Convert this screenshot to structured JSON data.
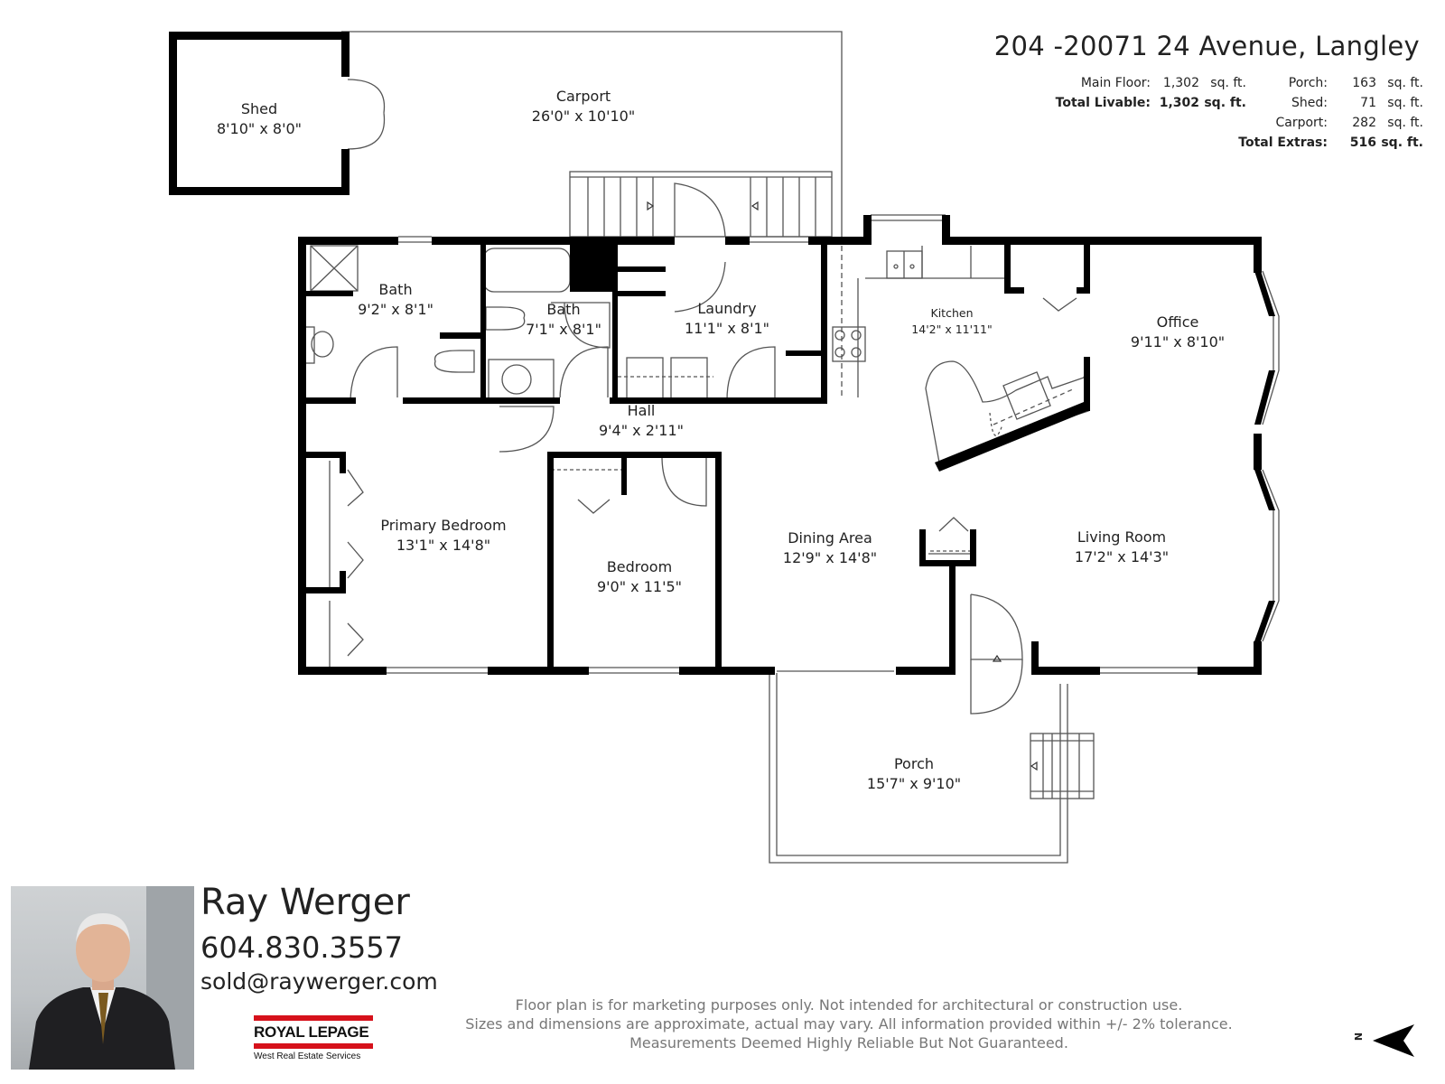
{
  "address": "204 -20071 24 Avenue, Langley",
  "areas": {
    "main_floor": {
      "label": "Main Floor:",
      "value": "1,302",
      "unit": "sq. ft."
    },
    "total_livable": {
      "label": "Total Livable:",
      "value": "1,302",
      "unit": "sq. ft."
    },
    "porch": {
      "label": "Porch:",
      "value": "163",
      "unit": "sq. ft."
    },
    "shed": {
      "label": "Shed:",
      "value": "71",
      "unit": "sq. ft."
    },
    "carport": {
      "label": "Carport:",
      "value": "282",
      "unit": "sq. ft."
    },
    "total_extras": {
      "label": "Total Extras:",
      "value": "516",
      "unit": "sq. ft."
    }
  },
  "rooms": {
    "shed": {
      "name": "Shed",
      "dims": "8'10\" x 8'0\""
    },
    "carport": {
      "name": "Carport",
      "dims": "26'0\" x 10'10\""
    },
    "bath1": {
      "name": "Bath",
      "dims": "9'2\" x 8'1\""
    },
    "bath2": {
      "name": "Bath",
      "dims": "7'1\" x 8'1\""
    },
    "laundry": {
      "name": "Laundry",
      "dims": "11'1\" x 8'1\""
    },
    "kitchen": {
      "name": "Kitchen",
      "dims": "14'2\" x 11'11\""
    },
    "office": {
      "name": "Office",
      "dims": "9'11\" x 8'10\""
    },
    "hall": {
      "name": "Hall",
      "dims": "9'4\" x 2'11\""
    },
    "primary_bedroom": {
      "name": "Primary Bedroom",
      "dims": "13'1\" x 14'8\""
    },
    "bedroom": {
      "name": "Bedroom",
      "dims": "9'0\" x 11'5\""
    },
    "dining_area": {
      "name": "Dining Area",
      "dims": "12'9\" x 14'8\""
    },
    "living_room": {
      "name": "Living Room",
      "dims": "17'2\" x 14'3\""
    },
    "porch": {
      "name": "Porch",
      "dims": "15'7\" x 9'10\""
    }
  },
  "agent": {
    "name": "Ray Werger",
    "phone": "604.830.3557",
    "email": "sold@raywerger.com"
  },
  "brokerage": {
    "brand": "ROYAL LEPAGE",
    "subtitle": "West Real Estate Services",
    "brand_color": "#d6111b"
  },
  "disclaimer": {
    "line1": "Floor plan is for marketing purposes only. Not intended for architectural or construction use.",
    "line2": "Sizes and dimensions are approximate, actual may vary. All information provided within +/- 2% tolerance.",
    "line3": "Measurements Deemed Highly Reliable But Not Guaranteed."
  },
  "compass": {
    "label": "N"
  },
  "colors": {
    "wall": "#000000",
    "thin_line": "#555555"
  }
}
